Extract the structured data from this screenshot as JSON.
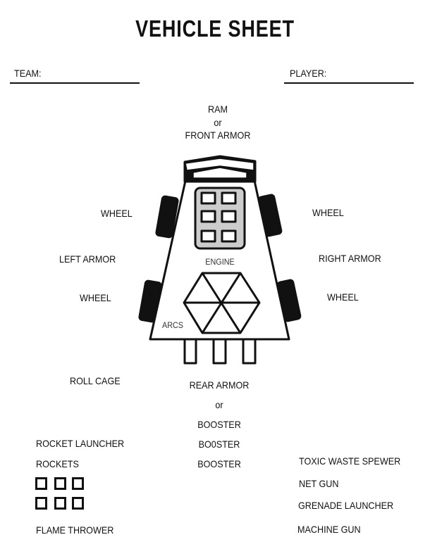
{
  "title": "VEHICLE SHEET",
  "fields": {
    "team_label": "TEAM:",
    "player_label": "PLAYER:"
  },
  "front": {
    "line1": "RAM",
    "line2": "or",
    "line3": "FRONT ARMOR"
  },
  "left": {
    "wheel_top": "WHEEL",
    "armor": "LEFT ARMOR",
    "wheel_bottom": "WHEEL",
    "roll_cage": "ROLL CAGE"
  },
  "right": {
    "wheel_top": "WHEEL",
    "armor": "RIGHT ARMOR",
    "wheel_bottom": "WHEEL"
  },
  "vehicle": {
    "engine": "ENGINE",
    "arcs": "ARCS"
  },
  "rear": {
    "line1": "REAR ARMOR",
    "line2": "or",
    "booster1": "BOOSTER",
    "booster2": "BO0STER",
    "booster3": "BOOSTER"
  },
  "weapons_left": {
    "rocket_launcher": "ROCKET LAUNCHER",
    "rockets": "ROCKETS",
    "rocket_count": 6,
    "flame_thrower": "FLAME THROWER"
  },
  "weapons_right": {
    "toxic": "TOXIC WASTE SPEWER",
    "net_gun": "NET GUN",
    "grenade": "GRENADE LAUNCHER",
    "machine_gun": "MACHINE GUN"
  }
}
